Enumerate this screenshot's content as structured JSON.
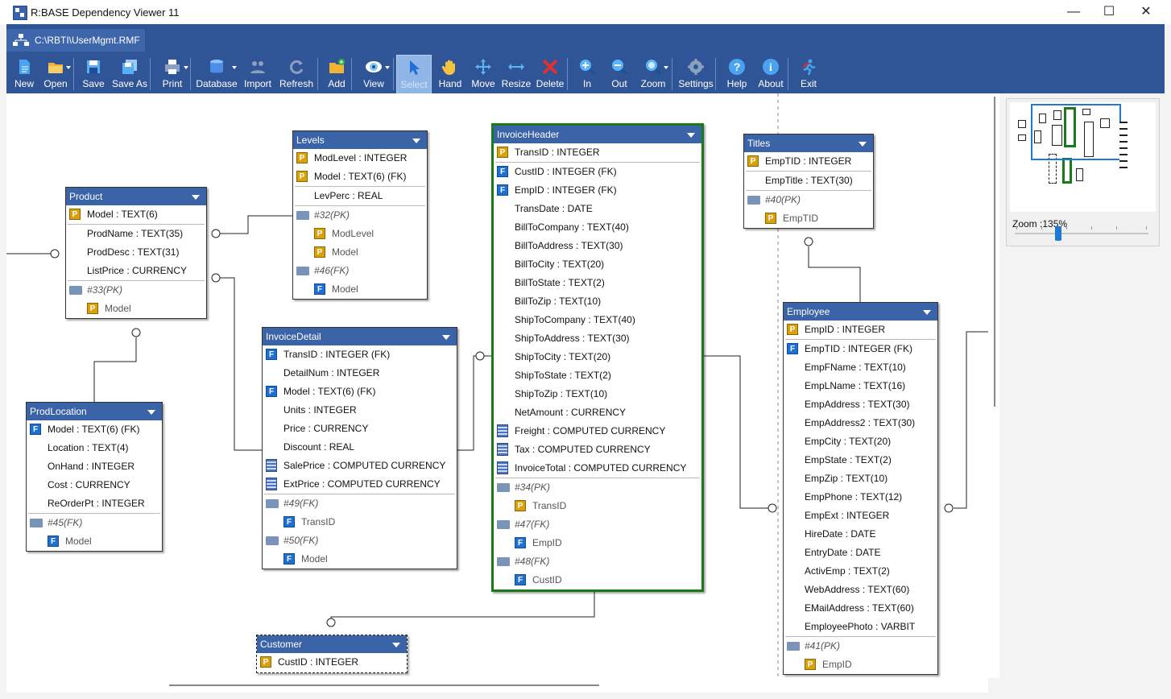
{
  "window": {
    "title": "R:BASE Dependency Viewer 11",
    "min": "—",
    "max": "☐",
    "close": "✕"
  },
  "file_tab": "C:\\RBTI\\UserMgmt.RMF",
  "toolbar": [
    {
      "name": "new",
      "label": "New",
      "icon": "new-file-icon",
      "color": "#4aa3f0"
    },
    {
      "name": "open",
      "label": "Open",
      "icon": "folder-open-icon",
      "color": "#f2b233"
    },
    {
      "name": "save",
      "label": "Save",
      "icon": "floppy-disk-icon",
      "color": "#5aaef5"
    },
    {
      "name": "save-as",
      "label": "Save As",
      "icon": "floppy-disks-icon",
      "color": "#5aaef5"
    },
    {
      "name": "print",
      "label": "Print",
      "icon": "printer-icon",
      "color": "#8aa0c0"
    },
    {
      "name": "database",
      "label": "Database",
      "icon": "database-icon",
      "color": "#4c8de8"
    },
    {
      "name": "import",
      "label": "Import",
      "icon": "import-icon",
      "color": "#8aa0c0"
    },
    {
      "name": "refresh",
      "label": "Refresh",
      "icon": "refresh-icon",
      "color": "#8aa0c0"
    },
    {
      "name": "add",
      "label": "Add",
      "icon": "add-folder-icon",
      "color": "#f2b233"
    },
    {
      "name": "view",
      "label": "View",
      "icon": "eye-icon",
      "color": "#7ec8f8"
    },
    {
      "name": "select",
      "label": "Select",
      "icon": "arrow-cursor-icon",
      "color": "#1e6fd9"
    },
    {
      "name": "hand",
      "label": "Hand",
      "icon": "hand-icon",
      "color": "#f5c242"
    },
    {
      "name": "move",
      "label": "Move",
      "icon": "move-arrows-icon",
      "color": "#5ab4f5"
    },
    {
      "name": "resize",
      "label": "Resize",
      "icon": "resize-arrows-icon",
      "color": "#5ab4f5"
    },
    {
      "name": "delete",
      "label": "Delete",
      "icon": "delete-x-icon",
      "color": "#e03030"
    },
    {
      "name": "zoom-in",
      "label": "In",
      "icon": "zoom-in-icon",
      "color": "#5ab4f5"
    },
    {
      "name": "zoom-out",
      "label": "Out",
      "icon": "zoom-out-icon",
      "color": "#5ab4f5"
    },
    {
      "name": "zoom",
      "label": "Zoom",
      "icon": "magnifier-icon",
      "color": "#5ab4f5"
    },
    {
      "name": "settings",
      "label": "Settings",
      "icon": "gear-icon",
      "color": "#8aa0c0"
    },
    {
      "name": "help",
      "label": "Help",
      "icon": "question-icon",
      "color": "#4aa3f0"
    },
    {
      "name": "about",
      "label": "About",
      "icon": "info-icon",
      "color": "#4aa3f0"
    },
    {
      "name": "exit",
      "label": "Exit",
      "icon": "exit-runner-icon",
      "color": "#4aa3f0"
    }
  ],
  "entities": {
    "levels": {
      "title": "Levels",
      "rows": [
        {
          "icon": "P",
          "text": "ModLevel : INTEGER"
        },
        {
          "icon": "P",
          "text": "Model : TEXT(6) (FK)"
        },
        {
          "icon": "",
          "text": "LevPerc : REAL"
        }
      ],
      "indexes": [
        {
          "label": "#32(PK)",
          "items": [
            {
              "icon": "P",
              "text": "ModLevel"
            },
            {
              "icon": "P",
              "text": "Model"
            }
          ]
        },
        {
          "label": "#46(FK)",
          "items": [
            {
              "icon": "F",
              "text": "Model"
            }
          ]
        }
      ]
    },
    "product": {
      "title": "Product",
      "rows": [
        {
          "icon": "P",
          "text": "Model : TEXT(6)"
        },
        {
          "icon": "",
          "text": "ProdName : TEXT(35)"
        },
        {
          "icon": "",
          "text": "ProdDesc : TEXT(31)"
        },
        {
          "icon": "",
          "text": "ListPrice : CURRENCY"
        }
      ],
      "indexes": [
        {
          "label": "#33(PK)",
          "items": [
            {
              "icon": "P",
              "text": "Model"
            }
          ]
        }
      ]
    },
    "prodlocation": {
      "title": "ProdLocation",
      "rows": [
        {
          "icon": "F",
          "text": "Model : TEXT(6) (FK)"
        },
        {
          "icon": "",
          "text": "Location : TEXT(4)"
        },
        {
          "icon": "",
          "text": "OnHand : INTEGER"
        },
        {
          "icon": "",
          "text": "Cost : CURRENCY"
        },
        {
          "icon": "",
          "text": "ReOrderPt : INTEGER"
        }
      ],
      "indexes": [
        {
          "label": "#45(FK)",
          "items": [
            {
              "icon": "F",
              "text": "Model"
            }
          ]
        }
      ]
    },
    "invoicedetail": {
      "title": "InvoiceDetail",
      "rows": [
        {
          "icon": "F",
          "text": "TransID : INTEGER (FK)"
        },
        {
          "icon": "",
          "text": "DetailNum : INTEGER"
        },
        {
          "icon": "F",
          "text": "Model : TEXT(6) (FK)"
        },
        {
          "icon": "",
          "text": "Units : INTEGER"
        },
        {
          "icon": "",
          "text": "Price : CURRENCY"
        },
        {
          "icon": "",
          "text": "Discount : REAL"
        },
        {
          "icon": "C",
          "text": "SalePrice : COMPUTED CURRENCY"
        },
        {
          "icon": "C",
          "text": "ExtPrice : COMPUTED CURRENCY"
        }
      ],
      "indexes": [
        {
          "label": "#49(FK)",
          "items": [
            {
              "icon": "F",
              "text": "TransID"
            }
          ]
        },
        {
          "label": "#50(FK)",
          "items": [
            {
              "icon": "F",
              "text": "Model"
            }
          ]
        }
      ]
    },
    "invoiceheader": {
      "title": "InvoiceHeader",
      "rows": [
        {
          "icon": "P",
          "text": "TransID : INTEGER"
        },
        {
          "icon": "F",
          "text": "CustID : INTEGER (FK)"
        },
        {
          "icon": "F",
          "text": "EmpID : INTEGER (FK)"
        },
        {
          "icon": "",
          "text": "TransDate : DATE"
        },
        {
          "icon": "",
          "text": "BillToCompany : TEXT(40)"
        },
        {
          "icon": "",
          "text": "BillToAddress : TEXT(30)"
        },
        {
          "icon": "",
          "text": "BillToCity : TEXT(20)"
        },
        {
          "icon": "",
          "text": "BillToState : TEXT(2)"
        },
        {
          "icon": "",
          "text": "BillToZip : TEXT(10)"
        },
        {
          "icon": "",
          "text": "ShipToCompany : TEXT(40)"
        },
        {
          "icon": "",
          "text": "ShipToAddress : TEXT(30)"
        },
        {
          "icon": "",
          "text": "ShipToCity : TEXT(20)"
        },
        {
          "icon": "",
          "text": "ShipToState : TEXT(2)"
        },
        {
          "icon": "",
          "text": "ShipToZip : TEXT(10)"
        },
        {
          "icon": "",
          "text": "NetAmount : CURRENCY"
        },
        {
          "icon": "C",
          "text": "Freight : COMPUTED CURRENCY"
        },
        {
          "icon": "C",
          "text": "Tax : COMPUTED CURRENCY"
        },
        {
          "icon": "C",
          "text": "InvoiceTotal : COMPUTED CURRENCY"
        }
      ],
      "indexes": [
        {
          "label": "#34(PK)",
          "items": [
            {
              "icon": "P",
              "text": "TransID"
            }
          ]
        },
        {
          "label": "#47(FK)",
          "items": [
            {
              "icon": "F",
              "text": "EmpID"
            }
          ]
        },
        {
          "label": "#48(FK)",
          "items": [
            {
              "icon": "F",
              "text": "CustID"
            }
          ]
        }
      ]
    },
    "titles": {
      "title": "Titles",
      "rows": [
        {
          "icon": "P",
          "text": "EmpTID : INTEGER"
        },
        {
          "icon": "",
          "text": "EmpTitle : TEXT(30)"
        }
      ],
      "indexes": [
        {
          "label": "#40(PK)",
          "items": [
            {
              "icon": "P",
              "text": "EmpTID"
            }
          ]
        }
      ]
    },
    "employee": {
      "title": "Employee",
      "rows": [
        {
          "icon": "P",
          "text": "EmpID : INTEGER"
        },
        {
          "icon": "F",
          "text": "EmpTID : INTEGER (FK)"
        },
        {
          "icon": "",
          "text": "EmpFName : TEXT(10)"
        },
        {
          "icon": "",
          "text": "EmpLName : TEXT(16)"
        },
        {
          "icon": "",
          "text": "EmpAddress : TEXT(30)"
        },
        {
          "icon": "",
          "text": "EmpAddress2 : TEXT(30)"
        },
        {
          "icon": "",
          "text": "EmpCity : TEXT(20)"
        },
        {
          "icon": "",
          "text": "EmpState : TEXT(2)"
        },
        {
          "icon": "",
          "text": "EmpZip : TEXT(10)"
        },
        {
          "icon": "",
          "text": "EmpPhone : TEXT(12)"
        },
        {
          "icon": "",
          "text": "EmpExt : INTEGER"
        },
        {
          "icon": "",
          "text": "HireDate : DATE"
        },
        {
          "icon": "",
          "text": "EntryDate : DATE"
        },
        {
          "icon": "",
          "text": "ActivEmp : TEXT(2)"
        },
        {
          "icon": "",
          "text": "WebAddress : TEXT(60)"
        },
        {
          "icon": "",
          "text": "EMailAddress : TEXT(60)"
        },
        {
          "icon": "",
          "text": "EmployeePhoto : VARBIT"
        }
      ],
      "indexes": [
        {
          "label": "#41(PK)",
          "items": [
            {
              "icon": "P",
              "text": "EmpID"
            }
          ]
        }
      ]
    },
    "customer": {
      "title": "Customer",
      "rows": [
        {
          "icon": "P",
          "text": "CustID : INTEGER"
        }
      ],
      "indexes": []
    }
  },
  "zoom": {
    "label": "Zoom :135%",
    "level_percent": 135
  },
  "colors": {
    "header": "#3b63a8",
    "ribbon": "#2f5597",
    "selected_border": "#1a7a1a"
  }
}
